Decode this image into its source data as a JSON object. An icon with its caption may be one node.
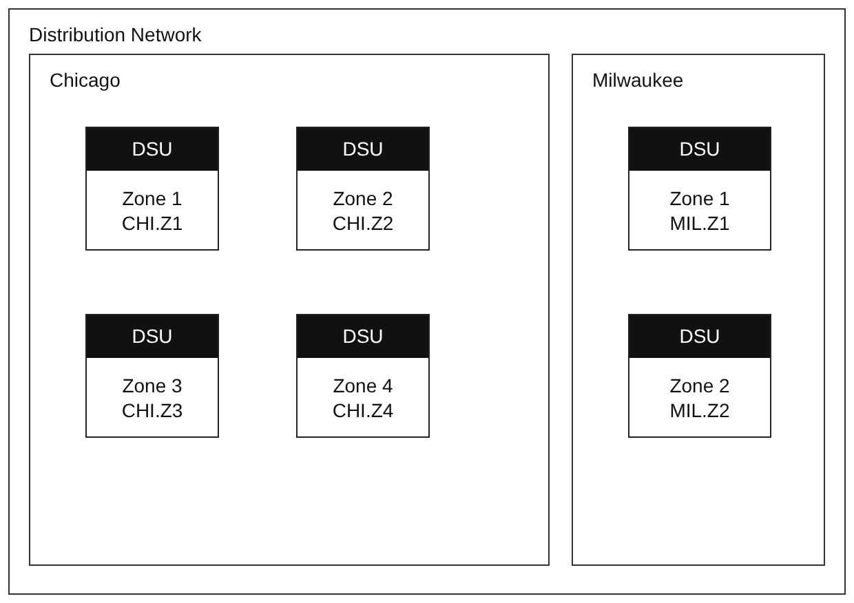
{
  "diagram": {
    "nodes": [
      {
        "text": [
          "Distribution Network"
        ]
      },
      {
        "text": [
          "Chicago"
        ],
        "in": 0
      },
      {
        "text": [
          "DSU",
          "Zone 1 CHI.Z1"
        ],
        "in": 1
      },
      {
        "text": [
          "DSU",
          "Zone 2 CHI.Z2"
        ],
        "in": 1
      },
      {
        "text": [
          "DSU",
          "Zone 3 CHI.Z3"
        ],
        "in": 1
      },
      {
        "text": [
          "DSU",
          "Zone 4 CHI.Z4"
        ],
        "in": 1
      },
      {
        "text": [
          "Milwaukee"
        ],
        "in": 0
      },
      {
        "text": [
          "DSU",
          "Zone 1 MIL.Z1"
        ],
        "in": 6
      },
      {
        "text": [
          "DSU",
          "Zone 2 MIL.Z2"
        ],
        "in": 6
      }
    ]
  }
}
